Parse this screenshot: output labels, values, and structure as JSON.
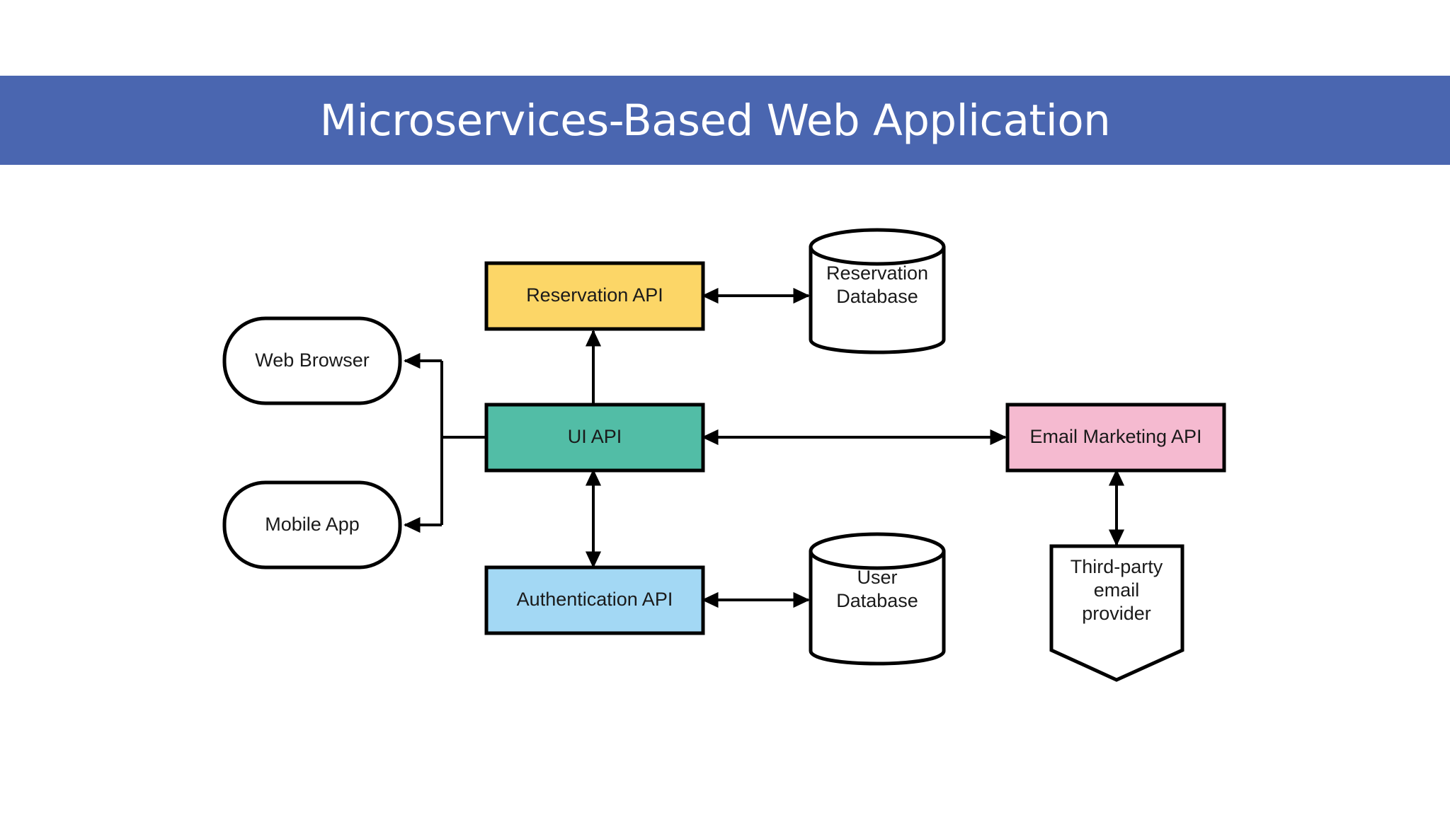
{
  "slide": {
    "background_color": "#ffffff",
    "title": "Microservices-Based Web Application",
    "title_banner_color": "#4a66b0",
    "title_text_color": "#ffffff"
  },
  "diagram": {
    "type": "architecture-flowchart",
    "nodes": [
      {
        "id": "web-browser",
        "label": "Web Browser",
        "shape": "rounded-pill",
        "fill": "#ffffff",
        "stroke": "#000000"
      },
      {
        "id": "mobile-app",
        "label": "Mobile App",
        "shape": "rounded-pill",
        "fill": "#ffffff",
        "stroke": "#000000"
      },
      {
        "id": "reservation-api",
        "label": "Reservation API",
        "shape": "rectangle",
        "fill": "#fcd667",
        "stroke": "#000000"
      },
      {
        "id": "ui-api",
        "label": "UI API",
        "shape": "rectangle",
        "fill": "#52bda6",
        "stroke": "#000000"
      },
      {
        "id": "authentication-api",
        "label": "Authentication API",
        "shape": "rectangle",
        "fill": "#a3d8f4",
        "stroke": "#000000"
      },
      {
        "id": "email-marketing-api",
        "label": "Email Marketing API",
        "shape": "rectangle",
        "fill": "#f5bad0",
        "stroke": "#000000"
      },
      {
        "id": "reservation-database",
        "label": "Reservation Database",
        "label_lines": [
          "Reservation",
          "Database"
        ],
        "shape": "cylinder",
        "fill": "#ffffff",
        "stroke": "#000000"
      },
      {
        "id": "user-database",
        "label": "User Database",
        "label_lines": [
          "User",
          "Database"
        ],
        "shape": "cylinder",
        "fill": "#ffffff",
        "stroke": "#000000"
      },
      {
        "id": "third-party-email-provider",
        "label": "Third-party email provider",
        "label_lines": [
          "Third-party",
          "email",
          "provider"
        ],
        "shape": "pentagon-down",
        "fill": "#ffffff",
        "stroke": "#000000"
      }
    ],
    "edges": [
      {
        "from": "ui-api",
        "to": "web-browser",
        "direction": "one-way"
      },
      {
        "from": "ui-api",
        "to": "mobile-app",
        "direction": "one-way"
      },
      {
        "from": "ui-api",
        "to": "reservation-api",
        "direction": "one-way"
      },
      {
        "from": "ui-api",
        "to": "authentication-api",
        "direction": "two-way"
      },
      {
        "from": "ui-api",
        "to": "email-marketing-api",
        "direction": "two-way"
      },
      {
        "from": "reservation-api",
        "to": "reservation-database",
        "direction": "two-way"
      },
      {
        "from": "authentication-api",
        "to": "user-database",
        "direction": "two-way"
      },
      {
        "from": "email-marketing-api",
        "to": "third-party-email-provider",
        "direction": "two-way"
      }
    ]
  }
}
